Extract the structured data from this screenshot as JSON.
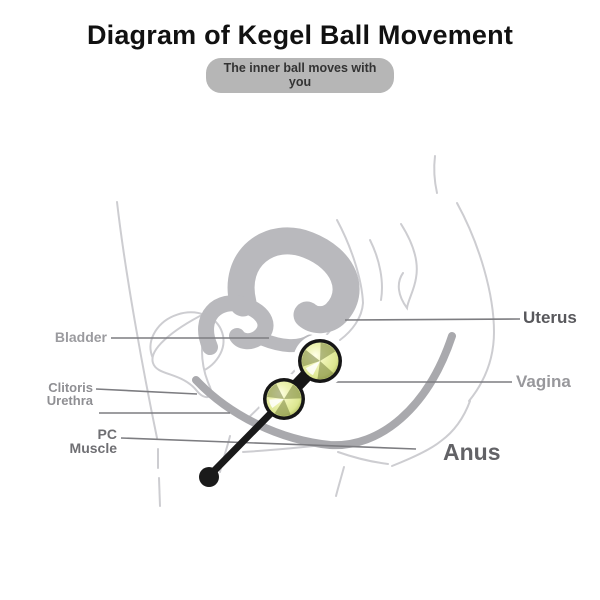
{
  "title": "Diagram of Kegel Ball Movement",
  "badge": "The inner ball moves with you",
  "labels": {
    "bladder": "Bladder",
    "clitoris": "Clitoris",
    "urethra": "Urethra",
    "pc_line1": "PC",
    "pc_line2": "Muscle",
    "uterus": "Uterus",
    "vagina": "Vagina",
    "anus": "Anus"
  },
  "colors": {
    "ball_gold": "#e9f0ac",
    "ball_ring": "#161616",
    "cord": "#1a1a1a",
    "anatomy_outline": "#cdcdd1",
    "anatomy_thick_gray": "#b9b9bd",
    "vaginal_wall_band": "#a9a9ad",
    "leader_line": "#7d7d81",
    "badge_bg": "#b6b6b6",
    "title_color": "#111111"
  }
}
